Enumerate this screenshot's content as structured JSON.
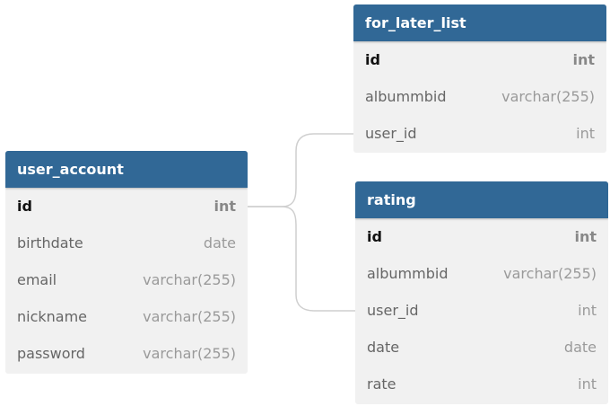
{
  "tables": {
    "for_later_list": {
      "name": "for_later_list",
      "fields": [
        {
          "name": "id",
          "type": "int"
        },
        {
          "name": "albummbid",
          "type": "varchar(255)"
        },
        {
          "name": "user_id",
          "type": "int"
        }
      ]
    },
    "user_account": {
      "name": "user_account",
      "fields": [
        {
          "name": "id",
          "type": "int"
        },
        {
          "name": "birthdate",
          "type": "date"
        },
        {
          "name": "email",
          "type": "varchar(255)"
        },
        {
          "name": "nickname",
          "type": "varchar(255)"
        },
        {
          "name": "password",
          "type": "varchar(255)"
        }
      ]
    },
    "rating": {
      "name": "rating",
      "fields": [
        {
          "name": "id",
          "type": "int"
        },
        {
          "name": "albummbid",
          "type": "varchar(255)"
        },
        {
          "name": "user_id",
          "type": "int"
        },
        {
          "name": "date",
          "type": "date"
        },
        {
          "name": "rate",
          "type": "int"
        }
      ]
    }
  },
  "colors": {
    "header": "#316896",
    "body": "#f1f1f1",
    "connector": "#cfcfcf"
  }
}
